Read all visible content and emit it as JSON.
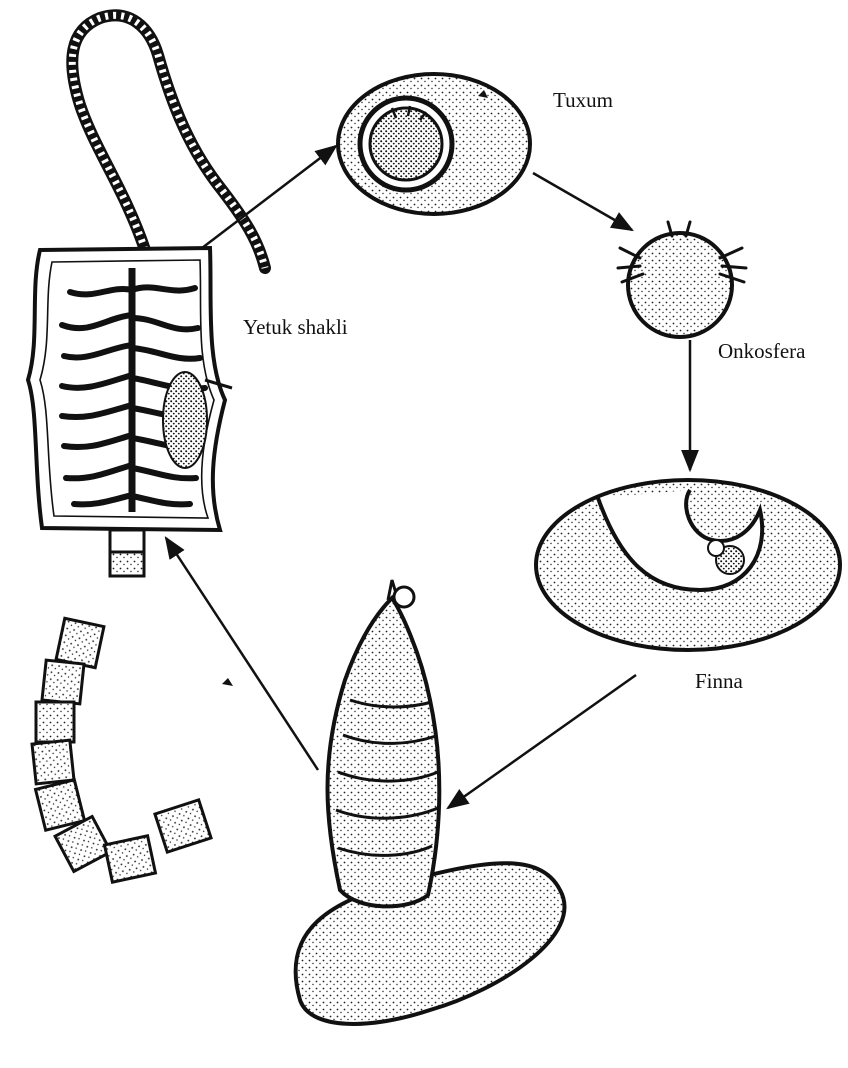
{
  "labels": {
    "egg": "Tuxum",
    "adult": "Yetuk shakli",
    "oncosphere": "Onkosfera",
    "cysticercus": "Finna"
  },
  "icons": [
    "adult-tapeworm-icon",
    "egg-icon",
    "oncosphere-icon",
    "cysticercus-icon",
    "scolex-evaginating-icon",
    "proglottid-chain-icon"
  ],
  "colors": {
    "ink": "#111111",
    "paper": "#ffffff"
  }
}
